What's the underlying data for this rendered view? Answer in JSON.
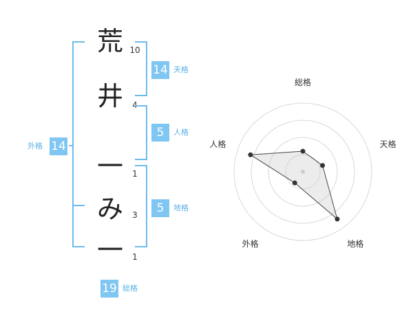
{
  "name_chars": [
    {
      "char": "荒",
      "strokes": "10"
    },
    {
      "char": "井",
      "strokes": "4"
    },
    {
      "char": "一",
      "strokes": "1"
    },
    {
      "char": "み",
      "strokes": "3"
    },
    {
      "char": "一",
      "strokes": "1"
    }
  ],
  "fortunes": {
    "tenkaku": {
      "value": "14",
      "label": "天格"
    },
    "jinkaku": {
      "value": "5",
      "label": "人格"
    },
    "chikaku": {
      "value": "5",
      "label": "地格"
    },
    "gaikaku": {
      "value": "14",
      "label": "外格"
    },
    "soukaku": {
      "value": "19",
      "label": "総格"
    }
  },
  "colors": {
    "accent": "#7fc6f2",
    "bracket": "#6dbbec"
  },
  "chart_data": {
    "type": "radar",
    "axes": [
      "総格",
      "天格",
      "地格",
      "外格",
      "人格"
    ],
    "rings": 4,
    "values": [
      0.3,
      0.3,
      0.85,
      0.2,
      0.8
    ]
  }
}
